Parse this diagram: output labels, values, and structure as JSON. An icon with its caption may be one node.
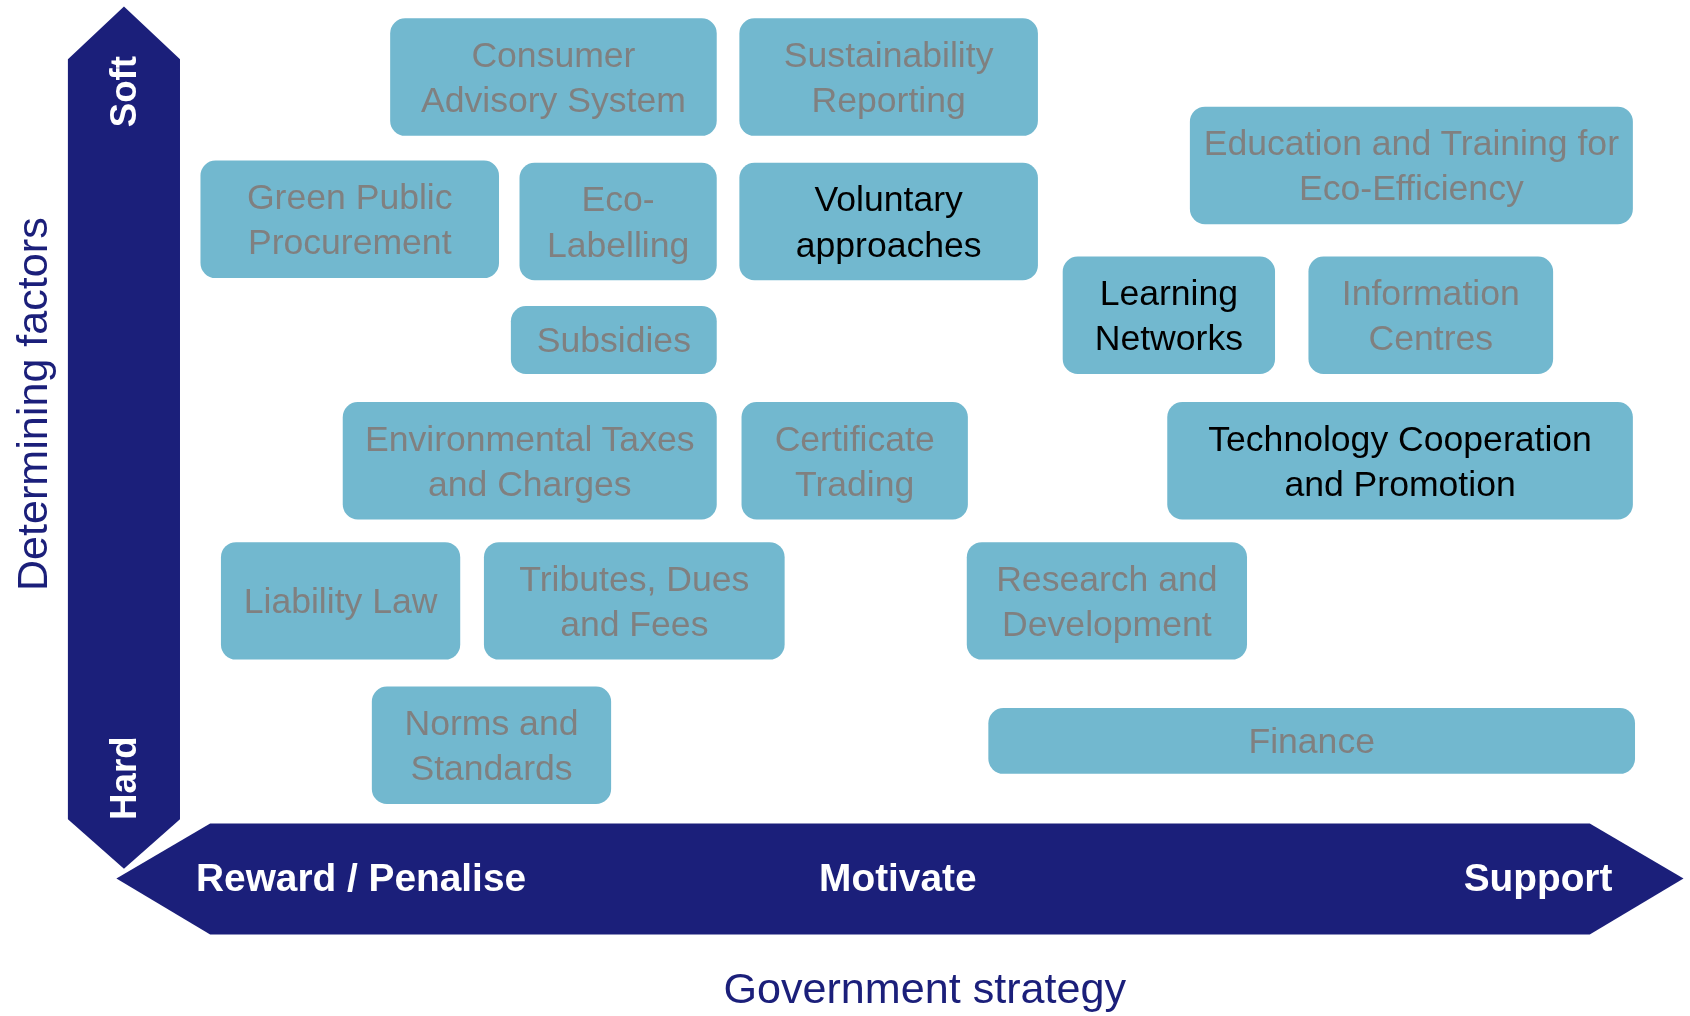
{
  "diagram": {
    "nodes": [
      {
        "text": [
          "Consumer Advisory System"
        ]
      },
      {
        "text": [
          "Sustainability Reporting"
        ]
      },
      {
        "text": [
          "Education and Training for Eco-Efficiency"
        ]
      },
      {
        "text": [
          "Green Public Procurement"
        ]
      },
      {
        "text": [
          "Eco-Labelling"
        ]
      },
      {
        "text": [
          "Voluntary approaches"
        ]
      },
      {
        "text": [
          "Learning Networks"
        ]
      },
      {
        "text": [
          "Information Centres"
        ]
      },
      {
        "text": [
          "Subsidies"
        ]
      },
      {
        "text": [
          "Environmental Taxes and Charges"
        ]
      },
      {
        "text": [
          "Certificate Trading"
        ]
      },
      {
        "text": [
          "Technology Cooperation and Promotion"
        ]
      },
      {
        "text": [
          "Liability Law"
        ]
      },
      {
        "text": [
          "Tributes, Dues and Fees"
        ]
      },
      {
        "text": [
          "Research and Development"
        ]
      },
      {
        "text": [
          "Norms and Standards"
        ]
      },
      {
        "text": [
          "Finance"
        ]
      }
    ],
    "edges": [],
    "labels": [
      "Soft",
      "Hard",
      "Determining factors",
      "Reward / Penalise",
      "Motivate",
      "Support",
      "Government strategy"
    ]
  }
}
